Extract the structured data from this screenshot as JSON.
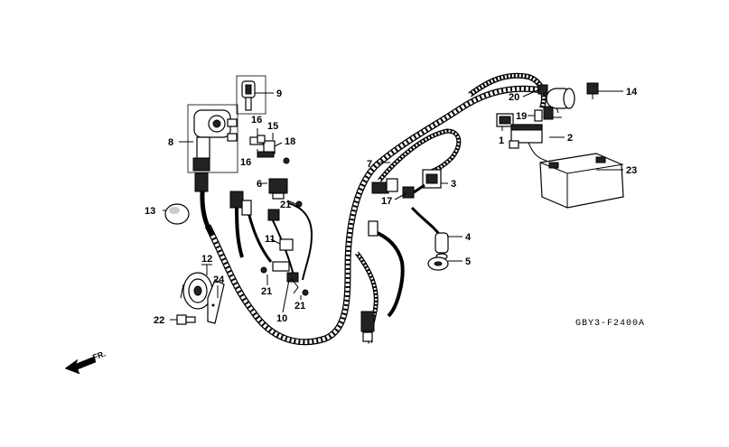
{
  "diagram": {
    "code": "GBY3-F2400A",
    "direction_label": "FR.",
    "callouts": {
      "c1": "1",
      "c2": "2",
      "c3": "3",
      "c4": "4",
      "c5": "5",
      "c6": "6",
      "c7": "7",
      "c8": "8",
      "c9": "9",
      "c10": "10",
      "c11": "11",
      "c12": "12",
      "c13": "13",
      "c14": "14",
      "c15": "15",
      "c16a": "16",
      "c16b": "16",
      "c17": "17",
      "c18": "18",
      "c19": "19",
      "c20": "20",
      "c21a": "21",
      "c21b": "21",
      "c21c": "21",
      "c22": "22",
      "c23": "23",
      "c24": "24"
    }
  }
}
